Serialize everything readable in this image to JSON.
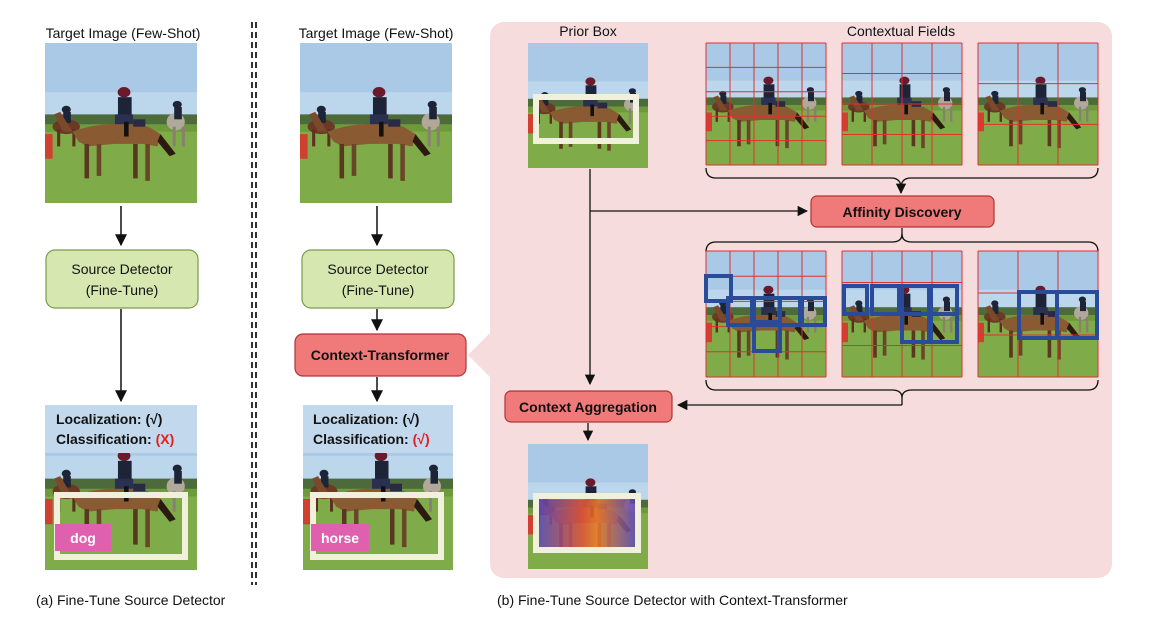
{
  "left": {
    "title": "Target Image (Few-Shot)",
    "detector_line1": "Source Detector",
    "detector_line2": "(Fine-Tune)",
    "localization_label": "Localization: ",
    "localization_mark": "(√)",
    "classification_label": "Classification: ",
    "classification_mark": "(X)",
    "predicted_class": "dog",
    "caption": "(a) Fine-Tune Source Detector"
  },
  "middle": {
    "title": "Target Image (Few-Shot)",
    "detector_line1": "Source Detector",
    "detector_line2": "(Fine-Tune)",
    "context_transformer": "Context-Transformer",
    "localization_label": "Localization: ",
    "localization_mark": "(√)",
    "classification_label": "Classification: ",
    "classification_mark": "(√)",
    "predicted_class": "horse"
  },
  "right": {
    "prior_box_title": "Prior Box",
    "contextual_fields_title": "Contextual Fields",
    "affinity_discovery": "Affinity Discovery",
    "context_aggregation": "Context Aggregation",
    "caption": "(b) Fine-Tune Source Detector with Context-Transformer"
  },
  "colors": {
    "detector_fill": "#d6e8b0",
    "detector_stroke": "#7a9a4a",
    "red_box_fill": "#f07a7a",
    "red_box_stroke": "#b03535",
    "panel_bg": "#f6dcdc",
    "label_pink": "#e060b0",
    "grid_red": "#e03030",
    "affinity_blue": "#2a4a9a",
    "sky": "#bcd6ec",
    "grass": "#6e9a3c",
    "horse": "#8a5a32",
    "rider": "#1e2438"
  }
}
